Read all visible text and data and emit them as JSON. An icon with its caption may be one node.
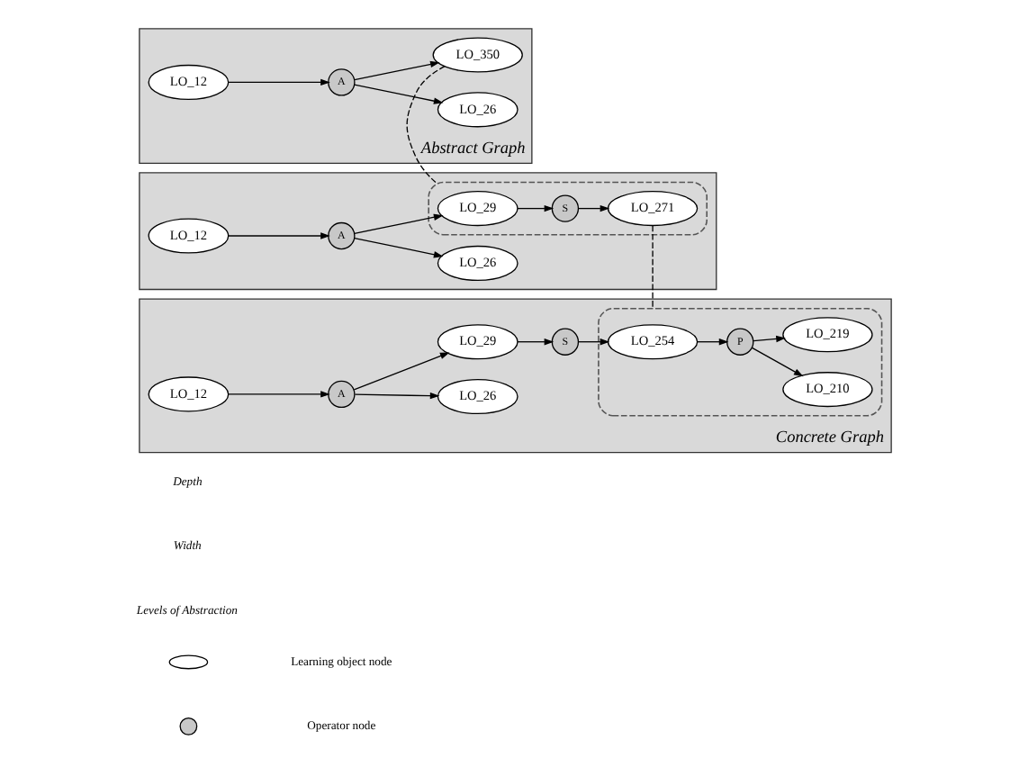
{
  "diagram": {
    "nodes": [
      {
        "text": [
          "Abstract Graph"
        ]
      },
      {
        "text": [
          "LO_12"
        ],
        "in": 0
      },
      {
        "text": [
          "A"
        ],
        "in": 0
      },
      {
        "text": [
          "LO_350"
        ],
        "in": 0
      },
      {
        "text": [
          "LO_26"
        ],
        "in": 0
      },
      {
        "text": [],
        "shape": "box"
      },
      {
        "text": [
          "LO_12"
        ],
        "in": 5
      },
      {
        "text": [
          "A"
        ],
        "in": 5
      },
      {
        "text": [],
        "shape": "ellipse",
        "in": 5
      },
      {
        "text": [
          "LO_29"
        ],
        "in": 8
      },
      {
        "text": [
          "S"
        ],
        "in": 8
      },
      {
        "text": [
          "LO_271"
        ],
        "in": 8
      },
      {
        "text": [
          "LO_26"
        ],
        "in": 5
      },
      {
        "text": [
          "Concrete Graph"
        ]
      },
      {
        "text": [
          "LO_12"
        ],
        "in": 13
      },
      {
        "text": [
          "A"
        ],
        "in": 13
      },
      {
        "text": [
          "LO_29"
        ],
        "in": 13
      },
      {
        "text": [
          "LO_26"
        ],
        "in": 13
      },
      {
        "text": [
          "S"
        ],
        "in": 13
      },
      {
        "text": [],
        "shape": "ellipse",
        "in": 13
      },
      {
        "text": [
          "LO_254"
        ],
        "in": 19
      },
      {
        "text": [
          "P"
        ],
        "in": 19
      },
      {
        "text": [
          "LO_219"
        ],
        "in": 19
      },
      {
        "text": [
          "LO_210"
        ],
        "in": 19
      }
    ],
    "edges": [
      {
        "from": 1,
        "to": 2,
        "arrow": "to"
      },
      {
        "from": 2,
        "to": 3,
        "arrow": "to"
      },
      {
        "from": 2,
        "to": 4,
        "arrow": "to"
      },
      {
        "from": 6,
        "to": 7,
        "arrow": "to"
      },
      {
        "from": 7,
        "to": 9,
        "arrow": "to"
      },
      {
        "from": 7,
        "to": 12,
        "arrow": "to"
      },
      {
        "from": 9,
        "to": 10,
        "arrow": "to"
      },
      {
        "from": 10,
        "to": 11,
        "arrow": "to"
      },
      {
        "from": 14,
        "to": 15,
        "arrow": "to"
      },
      {
        "from": 15,
        "to": 16,
        "arrow": "to"
      },
      {
        "from": 15,
        "to": 17,
        "arrow": "to"
      },
      {
        "from": 16,
        "to": 18,
        "arrow": "to"
      },
      {
        "from": 18,
        "to": 20,
        "arrow": "to"
      },
      {
        "from": 20,
        "to": 21,
        "arrow": "to"
      },
      {
        "from": 21,
        "to": 22,
        "arrow": "to"
      },
      {
        "from": 21,
        "to": 23,
        "arrow": "to"
      },
      {
        "from": 3,
        "to": 8,
        "arrow": "none",
        "style": "dashed"
      },
      {
        "from": 11,
        "to": 19,
        "arrow": "none",
        "style": "dashed"
      }
    ],
    "labels": [
      "Depth",
      "Width",
      "Levels of Abstraction"
    ],
    "legend": [
      {
        "text": "Learning object node"
      },
      {
        "text": "Operator node"
      }
    ]
  }
}
